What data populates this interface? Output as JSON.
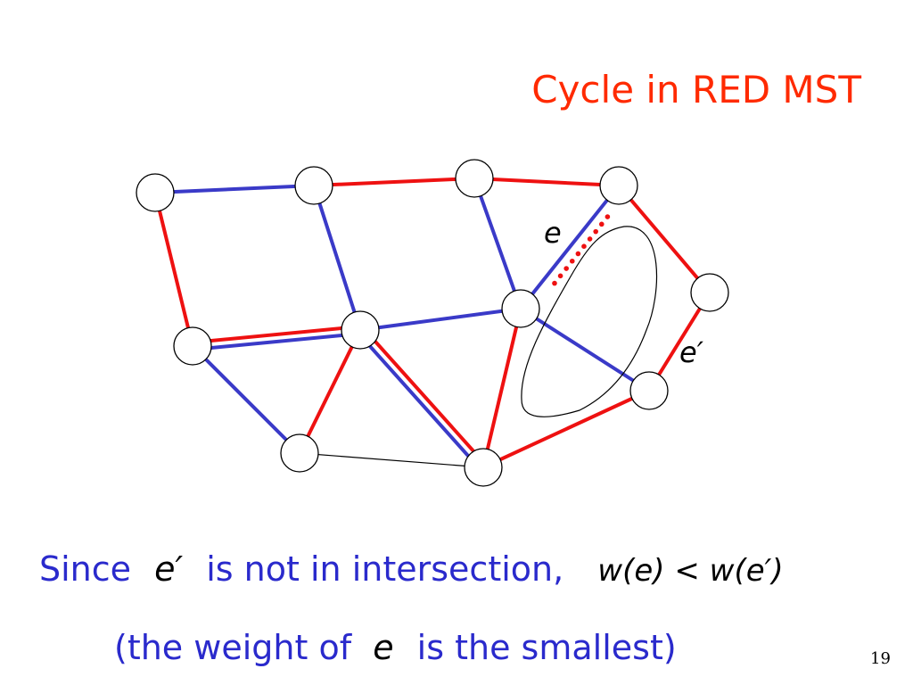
{
  "slide": {
    "title": "Cycle in RED MST",
    "page_number": "19"
  },
  "diagram": {
    "edge_label_e": "e",
    "edge_label_e_prime": "e′",
    "colors": {
      "red": "#ee1111",
      "blue": "#3a3ac8",
      "thin": "#000000",
      "node_fill": "#ffffff",
      "node_stroke": "#000000"
    }
  },
  "caption": {
    "line1_before": "Since",
    "line1_var": "e′",
    "line1_after": "is not in intersection,",
    "line1_formula": "w(e) < w(e′)",
    "line2_before": "(the weight of",
    "line2_var": "e",
    "line2_after": "is the smallest)"
  }
}
